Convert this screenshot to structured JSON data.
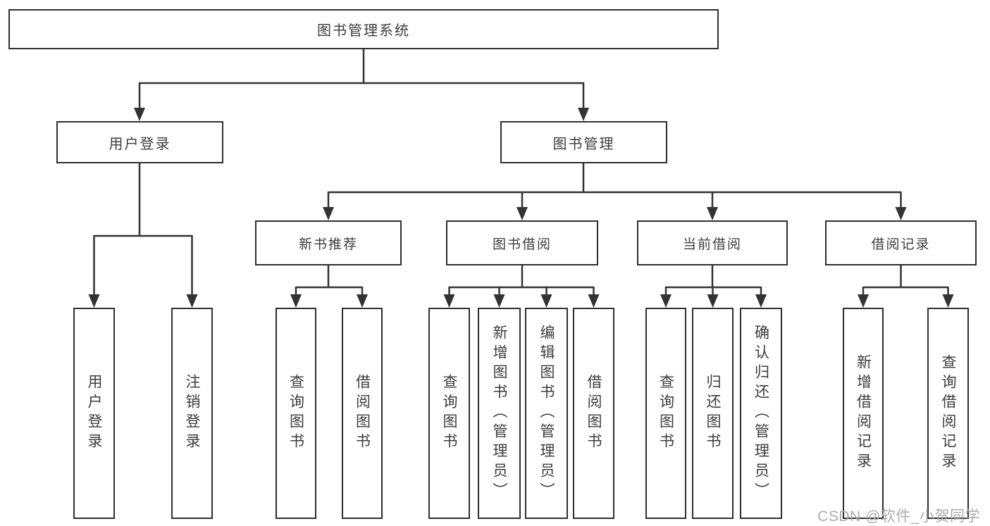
{
  "nodes": {
    "root": {
      "label": "图书管理系统"
    },
    "user_login": {
      "label": "用户登录"
    },
    "book_mgmt": {
      "label": "图书管理"
    },
    "new_book_rec": {
      "label": "新书推荐"
    },
    "book_borrow": {
      "label": "图书借阅"
    },
    "current_borrow": {
      "label": "当前借阅"
    },
    "borrow_records": {
      "label": "借阅记录"
    },
    "leaves": [
      {
        "label": "用户登录"
      },
      {
        "label": "注销登录"
      },
      {
        "label": "查询图书"
      },
      {
        "label": "借阅图书"
      },
      {
        "label": "查询图书"
      },
      {
        "label": "新增图书（管理员）"
      },
      {
        "label": "编辑图书（管理员）"
      },
      {
        "label": "借阅图书"
      },
      {
        "label": "查询图书"
      },
      {
        "label": "归还图书"
      },
      {
        "label": "确认归还（管理员）"
      },
      {
        "label": "新增借阅记录"
      },
      {
        "label": "查询借阅记录"
      }
    ]
  },
  "watermark": "CSDN @软件_小贺同学",
  "colors": {
    "line": "#333333",
    "border": "#2f2f2f",
    "text": "#3d3d3d",
    "watermark": "#a8a8a8"
  }
}
